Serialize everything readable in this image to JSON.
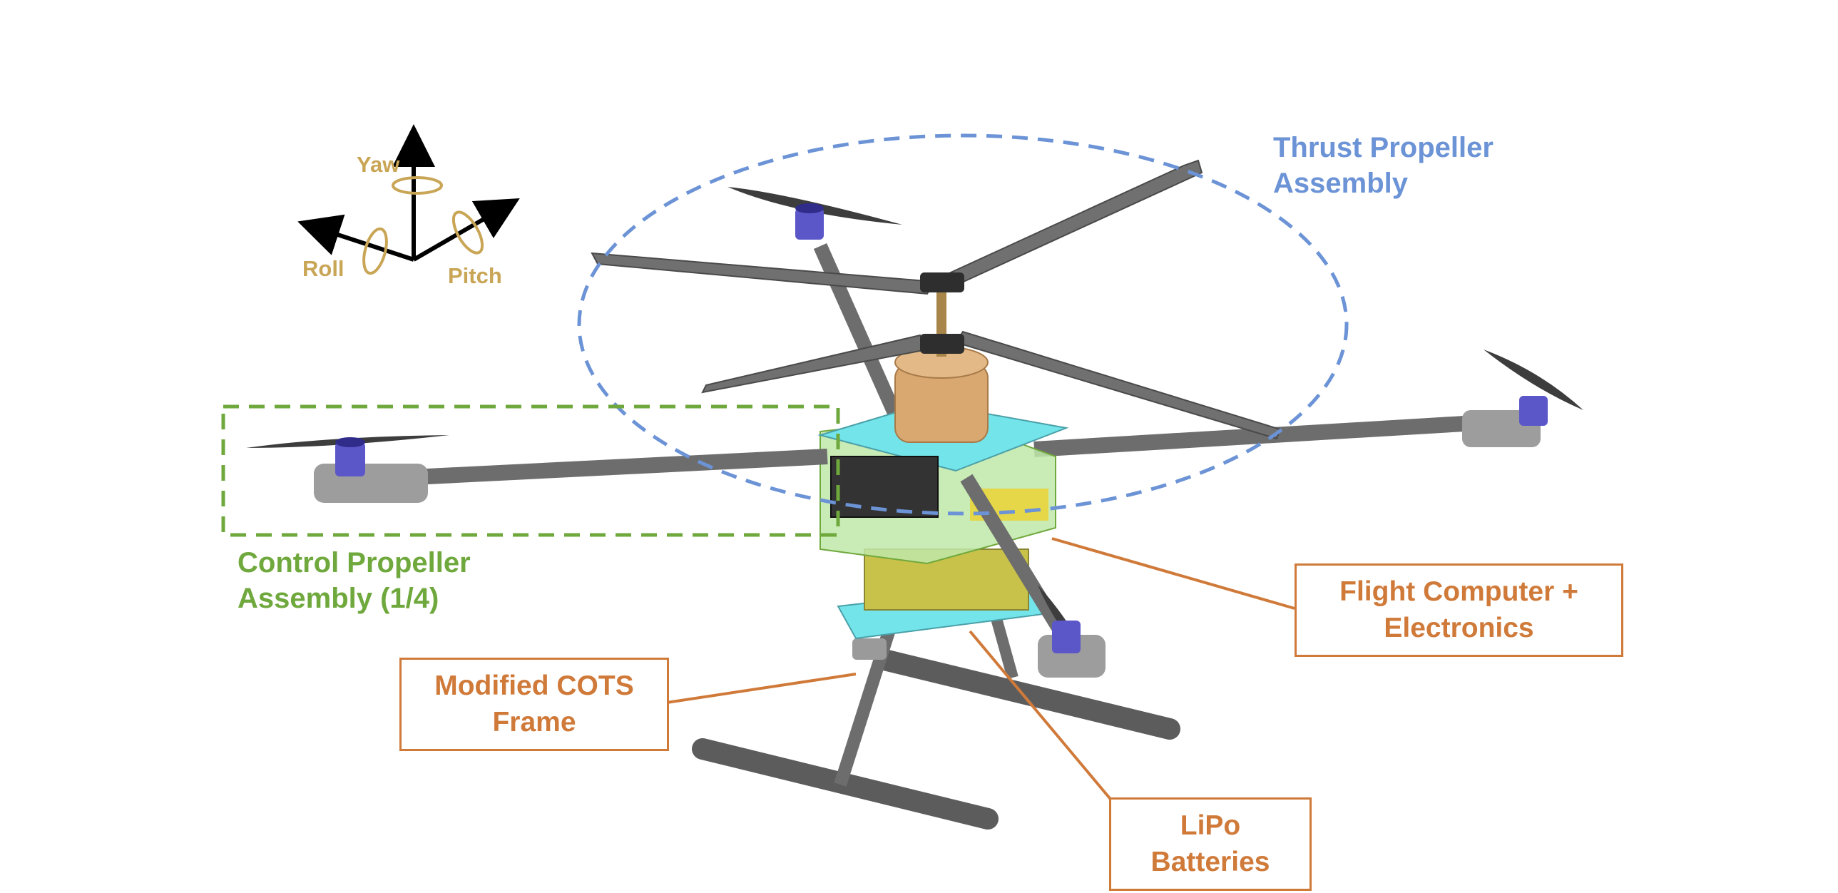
{
  "axes": {
    "yaw": "Yaw",
    "roll": "Roll",
    "pitch": "Pitch"
  },
  "labels": {
    "thrust": {
      "line1": "Thrust Propeller",
      "line2": "Assembly"
    },
    "control": {
      "line1": "Control Propeller",
      "line2": "Assembly (1/4)"
    }
  },
  "callouts": {
    "flight": {
      "line1": "Flight Computer +",
      "line2": "Electronics"
    },
    "frame": {
      "line1": "Modified COTS",
      "line2": "Frame"
    },
    "lipo": {
      "line1": "LiPo",
      "line2": "Batteries"
    }
  },
  "colors": {
    "thrust_blue": "#6b93d6",
    "control_green": "#6fa83c",
    "callout_orange": "#d07a3a",
    "axis_gold": "#c9a556",
    "frame_gray": "#6d6d6d",
    "motor_purple": "#5b57c9",
    "electronics_cyan": "#73e4ea",
    "battery_yellow": "#c9c24a",
    "hub_tan": "#d8a870"
  }
}
